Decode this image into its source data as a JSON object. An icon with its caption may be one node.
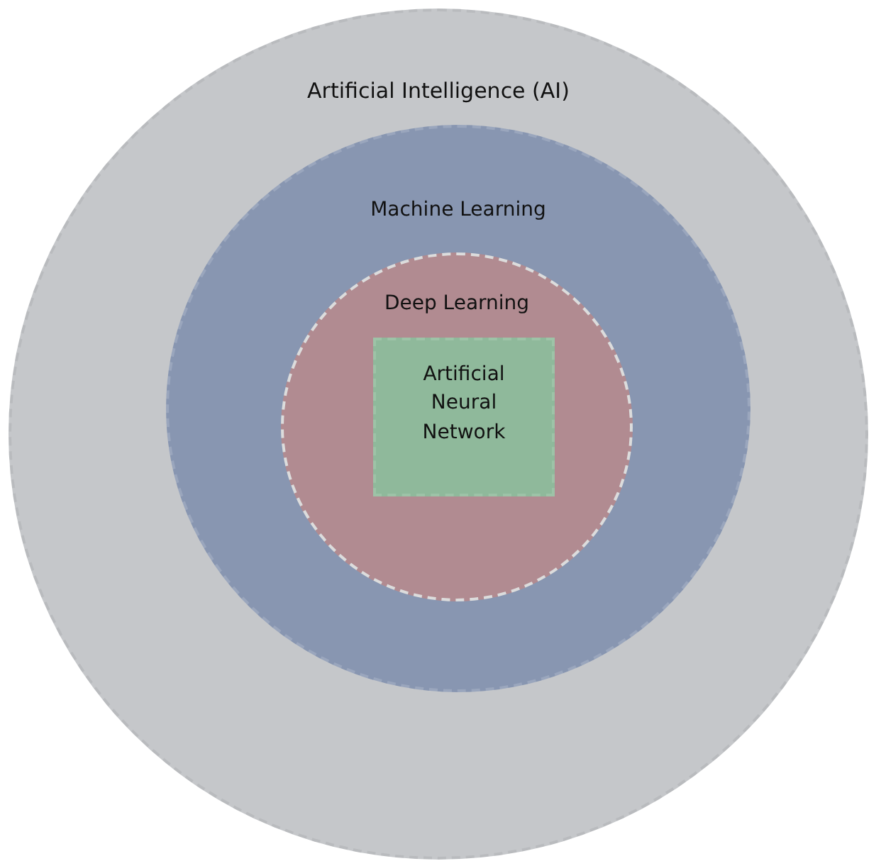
{
  "diagram": {
    "nodes": [
      {
        "text": [
          "Artificial Intelligence (AI)"
        ]
      },
      {
        "text": [
          "Machine Learning"
        ],
        "in": 0
      },
      {
        "text": [
          "Deep Learning"
        ],
        "in": 1
      },
      {
        "text": [
          "Artificial Neural Network"
        ],
        "in": 2
      }
    ]
  }
}
